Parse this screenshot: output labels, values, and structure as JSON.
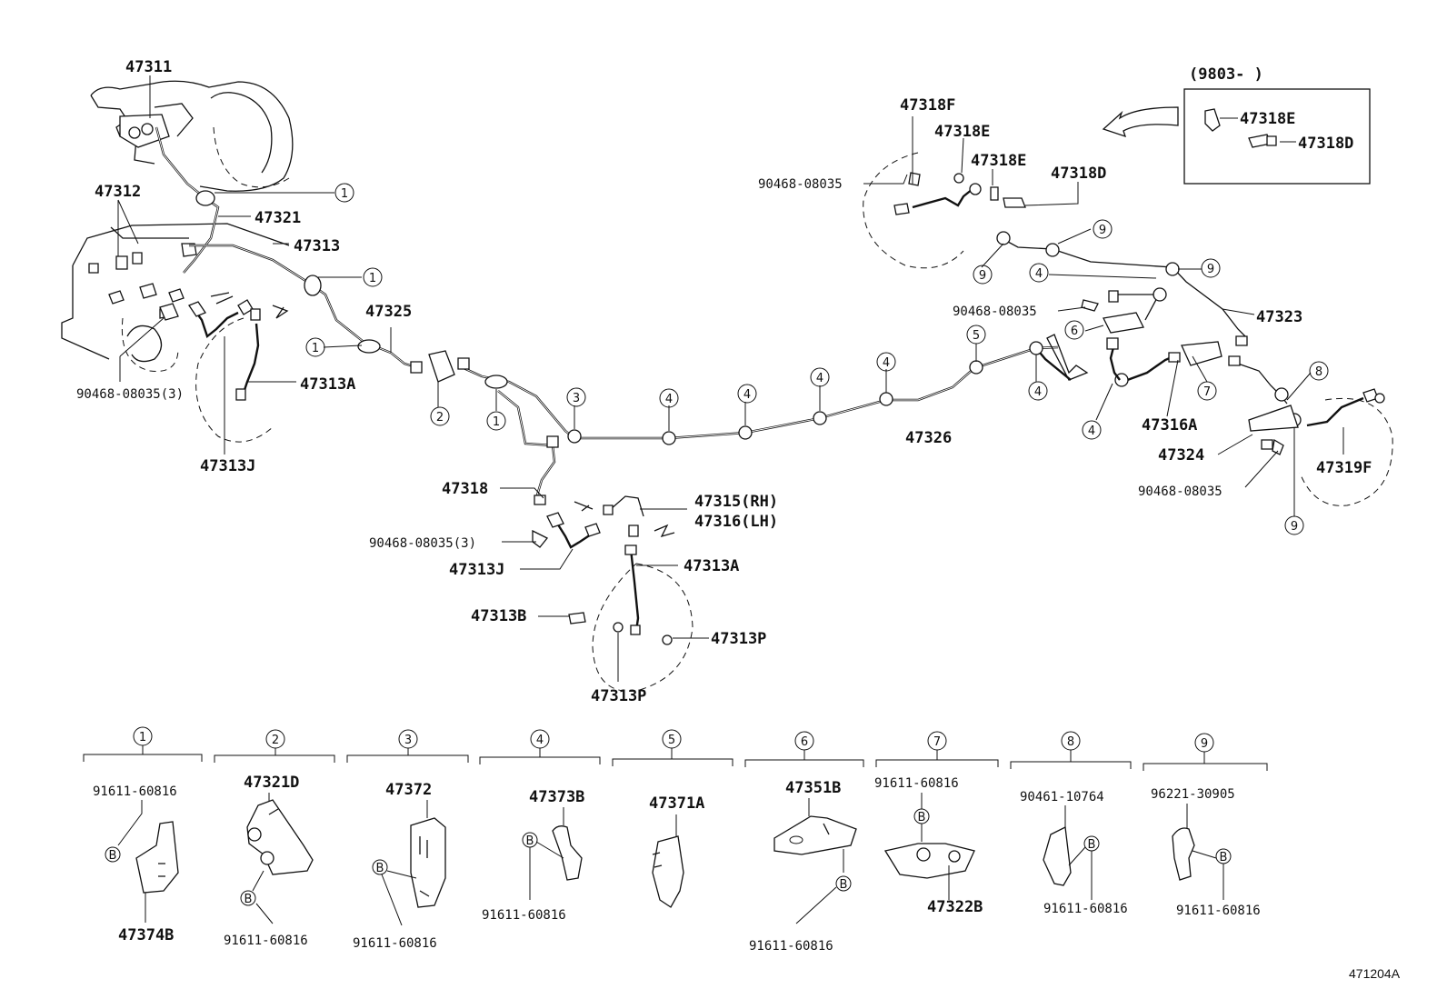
{
  "sheet_code": "471204A",
  "inset_note": "(9803-        )",
  "part_labels": {
    "p47311": "47311",
    "p47312": "47312",
    "p47321": "47321",
    "p47313": "47313",
    "p47325": "47325",
    "p47313A_left": "47313A",
    "p47313J_left": "47313J",
    "p90468_3_left": "90468-08035(3)",
    "p47318": "47318",
    "p90468_3_mid": "90468-08035(3)",
    "p47313J_mid": "47313J",
    "p47315": "47315(RH)",
    "p47316": "47316(LH)",
    "p47313A_mid": "47313A",
    "p47313B": "47313B",
    "p47313P_right": "47313P",
    "p47313P_bottom": "47313P",
    "p47326": "47326",
    "p47318F": "47318F",
    "p47318E_a": "47318E",
    "p47318E_b": "47318E",
    "p47318D": "47318D",
    "p90468_top": "90468-08035",
    "p90468_right": "90468-08035",
    "p47323": "47323",
    "p47316A": "47316A",
    "p47324": "47324",
    "p47319F": "47319F",
    "p90468_br": "90468-08035",
    "inset_47318E": "47318E",
    "inset_47318D": "47318D"
  },
  "callouts": {
    "c1a": "1",
    "c1b": "1",
    "c1c": "1",
    "c1d": "1",
    "c2": "2",
    "c3": "3",
    "c4a": "4",
    "c4b": "4",
    "c4c": "4",
    "c4d": "4",
    "c4e": "4",
    "c4f": "4",
    "c4g": "4",
    "c5": "5",
    "c6": "6",
    "c7": "7",
    "c8": "8",
    "c9a": "9",
    "c9b": "9",
    "c9c": "9",
    "c9d": "9"
  },
  "clip_groups": [
    {
      "num": "1",
      "part": "47374B",
      "bolt": "91611-60816",
      "bolt_letter": "B"
    },
    {
      "num": "2",
      "part": "47321D",
      "bolt": "91611-60816",
      "bolt_letter": "B"
    },
    {
      "num": "3",
      "part": "47372",
      "bolt": "91611-60816",
      "bolt_letter": "B"
    },
    {
      "num": "4",
      "part": "47373B",
      "bolt": "91611-60816",
      "bolt_letter": "B"
    },
    {
      "num": "5",
      "part": "47371A"
    },
    {
      "num": "6",
      "part": "47351B",
      "bolt": "91611-60816",
      "bolt_letter": "B"
    },
    {
      "num": "7",
      "part": "47322B",
      "bolt": "91611-60816",
      "bolt_letter": "B"
    },
    {
      "num": "8",
      "part": "90461-10764",
      "bolt": "91611-60816",
      "bolt_letter": "B"
    },
    {
      "num": "9",
      "part": "96221-30905",
      "bolt": "91611-60816",
      "bolt_letter": "B"
    }
  ]
}
